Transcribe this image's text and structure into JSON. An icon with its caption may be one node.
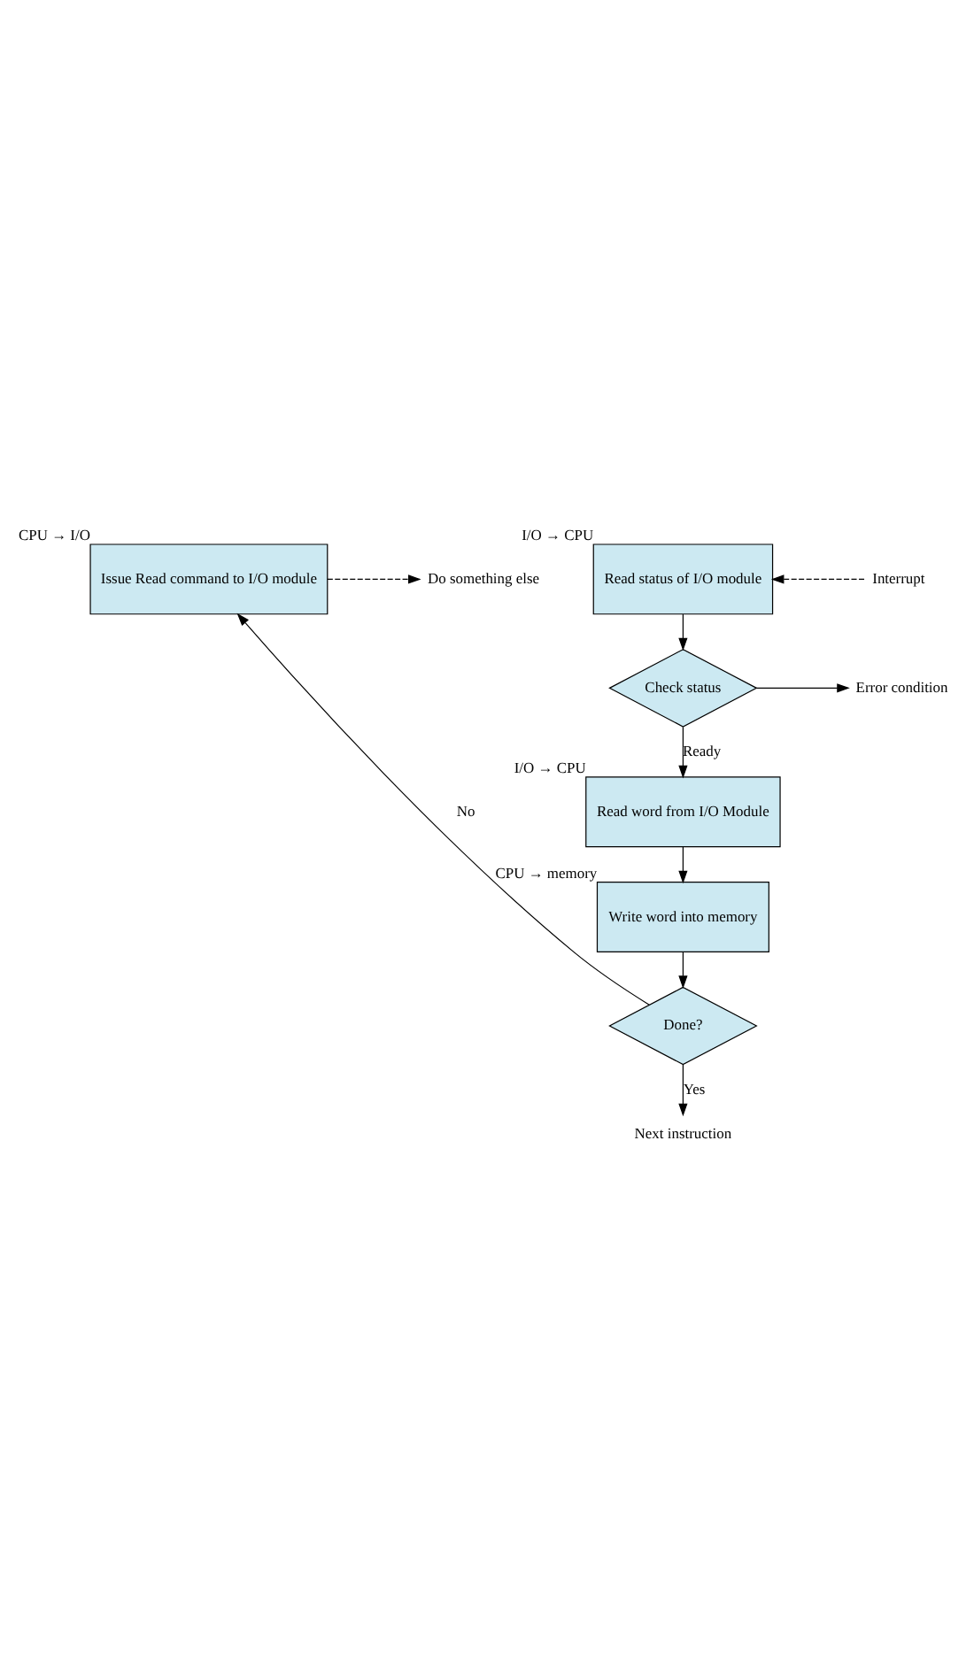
{
  "diagram": {
    "nodes": [
      {
        "text": [
          "Issue Read command to I/O module"
        ],
        "beside": [
          "CPU → I/O"
        ]
      },
      {
        "text": [
          "Do something else"
        ]
      },
      {
        "text": [
          "Read status of I/O module"
        ],
        "beside": [
          "I/O → CPU"
        ]
      },
      {
        "text": [
          "Interrupt"
        ]
      },
      {
        "text": [
          "Check status"
        ]
      },
      {
        "text": [
          "Error condition"
        ]
      },
      {
        "text": [
          "Read word from I/O Module"
        ],
        "beside": [
          "I/O → CPU"
        ]
      },
      {
        "text": [
          "Write word into memory"
        ],
        "beside": [
          "CPU → memory"
        ]
      },
      {
        "text": [
          "Done?"
        ]
      },
      {
        "text": [
          "Next instruction"
        ]
      }
    ],
    "edges": [
      {
        "from": 0,
        "to": 1,
        "arrow": "to",
        "style": "dashed"
      },
      {
        "from": 3,
        "to": 2,
        "arrow": "to",
        "style": "dashed"
      },
      {
        "from": 2,
        "to": 4,
        "arrow": "to"
      },
      {
        "from": 4,
        "to": 5,
        "arrow": "to"
      },
      {
        "from": 4,
        "to": 6,
        "label": "Ready",
        "arrow": "to"
      },
      {
        "from": 6,
        "to": 7,
        "arrow": "to"
      },
      {
        "from": 7,
        "to": 8,
        "arrow": "to"
      },
      {
        "from": 8,
        "to": 0,
        "label": "No",
        "arrow": "to"
      },
      {
        "from": 8,
        "to": 9,
        "label": "Yes",
        "arrow": "to"
      }
    ]
  }
}
